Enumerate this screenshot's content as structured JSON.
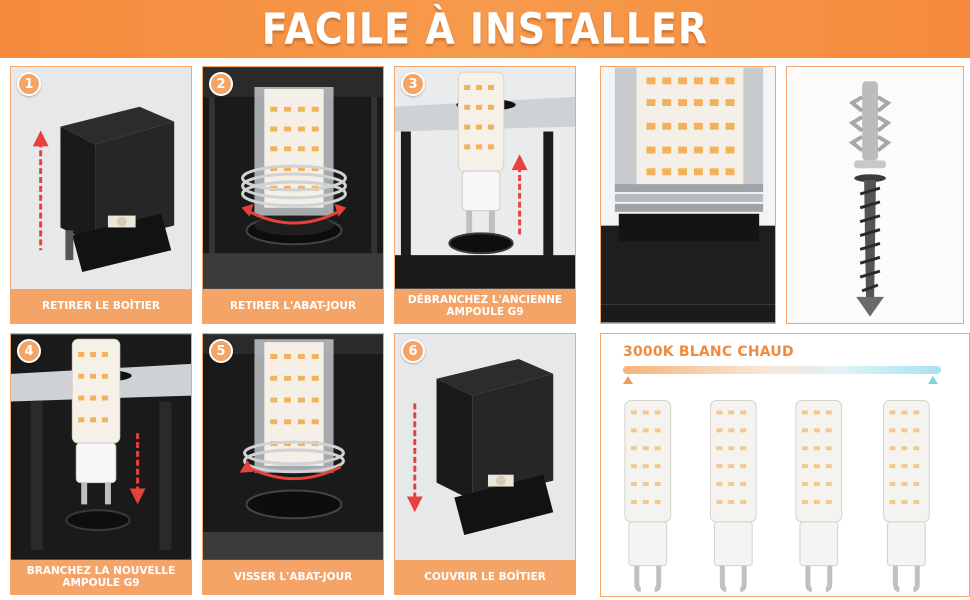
{
  "banner": {
    "title": "FACILE À INSTALLER"
  },
  "steps": [
    {
      "number": "1",
      "caption": "RETIRER LE BOÎTIER",
      "icon": "arrow-up-icon"
    },
    {
      "number": "2",
      "caption": "RETIRER L'ABAT-JOUR",
      "icon": "rotate-icon"
    },
    {
      "number": "3",
      "caption": "DÉBRANCHEZ L'ANCIENNE AMPOULE G9",
      "icon": "arrow-up-icon"
    },
    {
      "number": "4",
      "caption": "BRANCHEZ LA NOUVELLE AMPOULE G9",
      "icon": "arrow-down-icon"
    },
    {
      "number": "5",
      "caption": "VISSER L'ABAT-JOUR",
      "icon": "rotate-icon"
    },
    {
      "number": "6",
      "caption": "COUVRIR LE BOÎTIER",
      "icon": "arrow-down-icon"
    }
  ],
  "color_temperature": {
    "label": "3000K BLANC CHAUD"
  },
  "colors": {
    "accent": "#f5a468",
    "banner": "#f58a3c",
    "arrow": "#e8413a",
    "housing": "#1e1e1e",
    "led": "#f3c98a"
  }
}
